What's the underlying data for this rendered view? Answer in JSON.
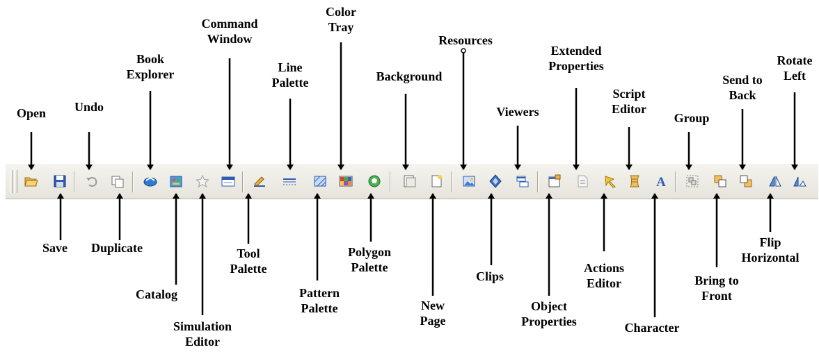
{
  "tools": {
    "open": {
      "label": "Open",
      "icon": "folder-open-icon"
    },
    "save": {
      "label": "Save",
      "icon": "floppy-disk-icon"
    },
    "undo": {
      "label": "Undo",
      "icon": "undo-icon"
    },
    "duplicate": {
      "label": "Duplicate",
      "icon": "duplicate-icon"
    },
    "book_explorer": {
      "label": "Book\nExplorer",
      "icon": "book-explorer-icon"
    },
    "catalog": {
      "label": "Catalog",
      "icon": "catalog-icon"
    },
    "simulation_editor": {
      "label": "Simulation\nEditor",
      "icon": "star-icon"
    },
    "command_window": {
      "label": "Command\nWindow",
      "icon": "command-window-icon"
    },
    "tool_palette": {
      "label": "Tool\nPalette",
      "icon": "tool-palette-icon"
    },
    "line_palette": {
      "label": "Line\nPalette",
      "icon": "line-palette-icon"
    },
    "pattern_palette": {
      "label": "Pattern\nPalette",
      "icon": "pattern-palette-icon"
    },
    "color_tray": {
      "label": "Color\nTray",
      "icon": "color-tray-icon"
    },
    "polygon_palette": {
      "label": "Polygon\nPalette",
      "icon": "polygon-palette-icon"
    },
    "background": {
      "label": "Background",
      "icon": "background-icon"
    },
    "new_page": {
      "label": "New\nPage",
      "icon": "new-page-icon"
    },
    "resources": {
      "label": "Resources",
      "icon": "resources-icon"
    },
    "clips": {
      "label": "Clips",
      "icon": "clips-icon"
    },
    "viewers": {
      "label": "Viewers",
      "icon": "viewers-icon"
    },
    "object_properties": {
      "label": "Object\nProperties",
      "icon": "object-properties-icon"
    },
    "extended_properties": {
      "label": "Extended\nProperties",
      "icon": "extended-properties-icon"
    },
    "actions_editor": {
      "label": "Actions\nEditor",
      "icon": "actions-editor-icon"
    },
    "script_editor": {
      "label": "Script\nEditor",
      "icon": "script-editor-icon"
    },
    "character": {
      "label": "Character",
      "icon": "character-icon"
    },
    "group": {
      "label": "Group",
      "icon": "group-icon"
    },
    "bring_to_front": {
      "label": "Bring to\nFront",
      "icon": "bring-to-front-icon"
    },
    "send_to_back": {
      "label": "Send to\nBack",
      "icon": "send-to-back-icon"
    },
    "flip_horizontal": {
      "label": "Flip\nHorizontal",
      "icon": "flip-horizontal-icon"
    },
    "rotate_left": {
      "label": "Rotate\nLeft",
      "icon": "rotate-left-icon"
    }
  },
  "colors": {
    "toolbar_top": "#f4f3ee",
    "toolbar_bottom": "#e6e4dc",
    "arrow": "#000000",
    "label": "#000000"
  }
}
